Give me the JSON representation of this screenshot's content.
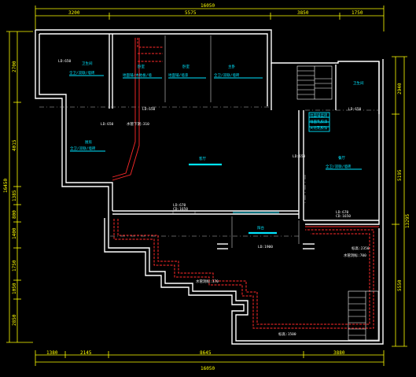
{
  "dimensions": {
    "top_total": "16050",
    "top": [
      "3200",
      "5575",
      "3850",
      "1750"
    ],
    "bottom_total": "16050",
    "bottom": [
      "1380",
      "2145",
      "8645",
      "3880"
    ],
    "left_total": "16450",
    "left": [
      "2700",
      "4015",
      "1385",
      "800",
      "1400",
      "1750",
      "1050",
      "2850"
    ],
    "right": [
      "2940",
      "5195",
      "13295",
      "5550"
    ]
  },
  "labels": {
    "ld_top_left": "LD:650",
    "ld_mid": "LD:650",
    "ld_right": "LD:650",
    "ld_left_mid": "LD:650",
    "water_left": "水管下洞:310",
    "ld_center_right": "LD:650",
    "ld_bottom_a": "LD:670",
    "cd_bottom_a": "CD:1650",
    "ld_bottom_b": "LD:670",
    "cd_bottom_b": "CD:1650",
    "ld_bottom_c": "LD:1900",
    "right_top": "标高:2350",
    "right_bot": "水管洞标:700",
    "bottom_water": "水管洞标:370",
    "bottom_floor": "标高:1500"
  },
  "rooms": {
    "r1": "卫生间",
    "r1b": "全卫/双联/墙砖",
    "r2": "卧室",
    "r2b": "地面铺/木地板/墙",
    "r3": "卧室",
    "r3b": "地面铺/墙漆",
    "r4": "主卧",
    "r4b": "全卫/双联/墙砖",
    "r5": "卫生间",
    "r6": "厨房",
    "r6b": "全卫/双联/墙砖",
    "r7": "客厅",
    "r8": "餐厅",
    "r8b": "全卫/双联/墙砖",
    "r9": "阳台",
    "r10a": "地面铺瓷砖",
    "r10b": "墙面乳胶漆",
    "r10c": "天花乳胶漆"
  }
}
